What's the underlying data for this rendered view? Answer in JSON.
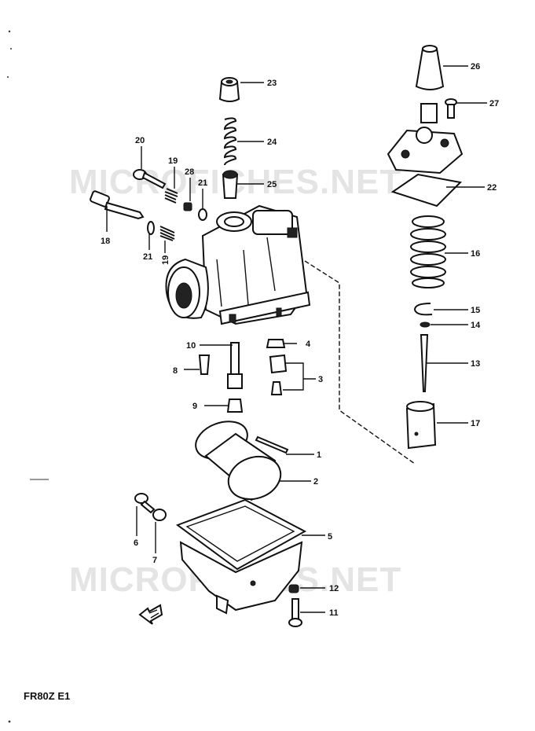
{
  "watermark": "MICROFICHES.NET",
  "model_code": "FR80Z E1",
  "callouts": [
    "1",
    "2",
    "3",
    "4",
    "5",
    "6",
    "7",
    "8",
    "9",
    "10",
    "11",
    "12",
    "13",
    "14",
    "15",
    "16",
    "17",
    "18",
    "19",
    "19",
    "20",
    "21",
    "21",
    "22",
    "23",
    "24",
    "25",
    "26",
    "27",
    "28"
  ]
}
